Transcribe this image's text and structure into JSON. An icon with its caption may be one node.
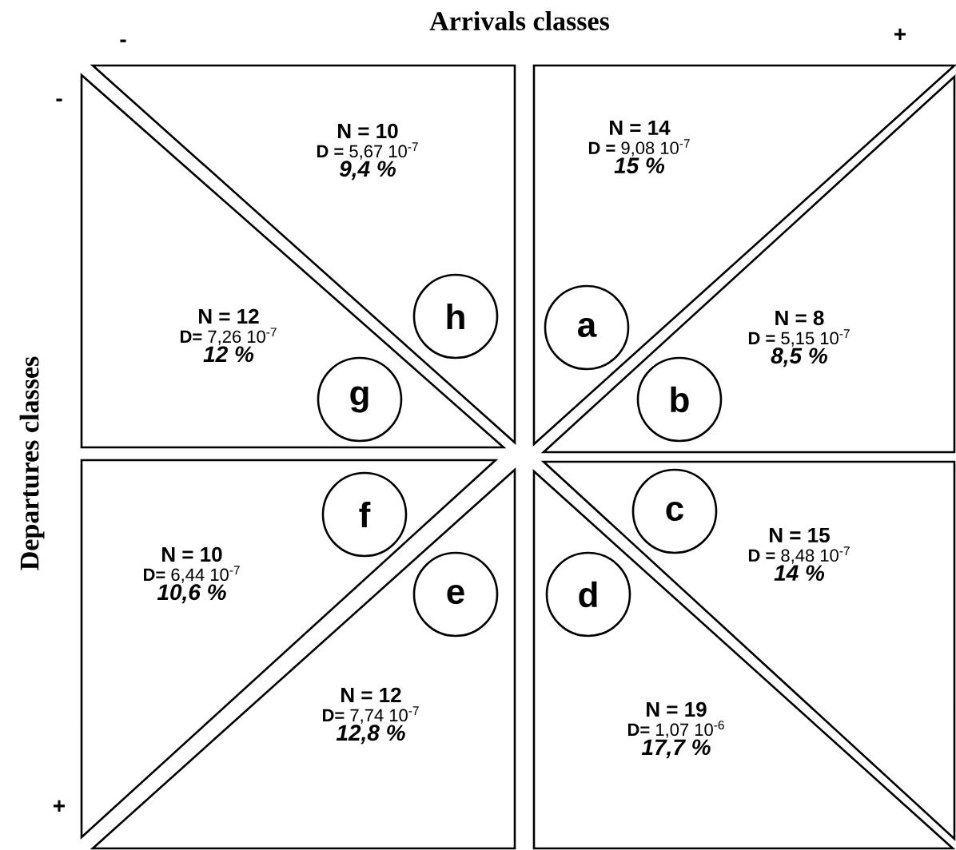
{
  "diagram": {
    "title": "Arrivals classes",
    "nodes": [
      {
        "text": [
          "N = 10",
          "**D =** 5,67 10$^{-7}$",
          "9,4 %"
        ]
      },
      {
        "text": [
          "h"
        ],
        "in": 0
      },
      {
        "text": [
          "N = 12",
          "**D=** 7,26 10$^{-7}$",
          "12 %"
        ]
      },
      {
        "text": [
          "g"
        ],
        "in": 2
      },
      {
        "text": [
          "N = 14",
          "**D =** 9,08 10$^{-7}$",
          "15 %"
        ]
      },
      {
        "text": [
          "a"
        ],
        "in": 4
      },
      {
        "text": [
          "N = 8",
          "**D =** 5,15 10$^{-7}$",
          "8,5 %"
        ]
      },
      {
        "text": [
          "b"
        ],
        "in": 6
      },
      {
        "text": [
          "N = 10",
          "**D=** 6,44 10$^{-7}$",
          "10,6 %"
        ]
      },
      {
        "text": [
          "f"
        ],
        "in": 8
      },
      {
        "text": [
          "N = 12",
          "**D=** 7,74 10$^{-7}$",
          "12,8 %"
        ]
      },
      {
        "text": [
          "e"
        ],
        "in": 10
      },
      {
        "text": [
          "N = 15",
          "**D =** 8,48 10$^{-7}$",
          "14 %"
        ]
      },
      {
        "text": [
          "c"
        ],
        "in": 12
      },
      {
        "text": [
          "N = 19",
          "**D=** 1,07 10$^{-6}$",
          "17,7 %"
        ]
      },
      {
        "text": [
          "d"
        ],
        "in": 14
      }
    ],
    "labels": [
      "-",
      "+",
      "-",
      "Departures classes",
      "+"
    ]
  }
}
